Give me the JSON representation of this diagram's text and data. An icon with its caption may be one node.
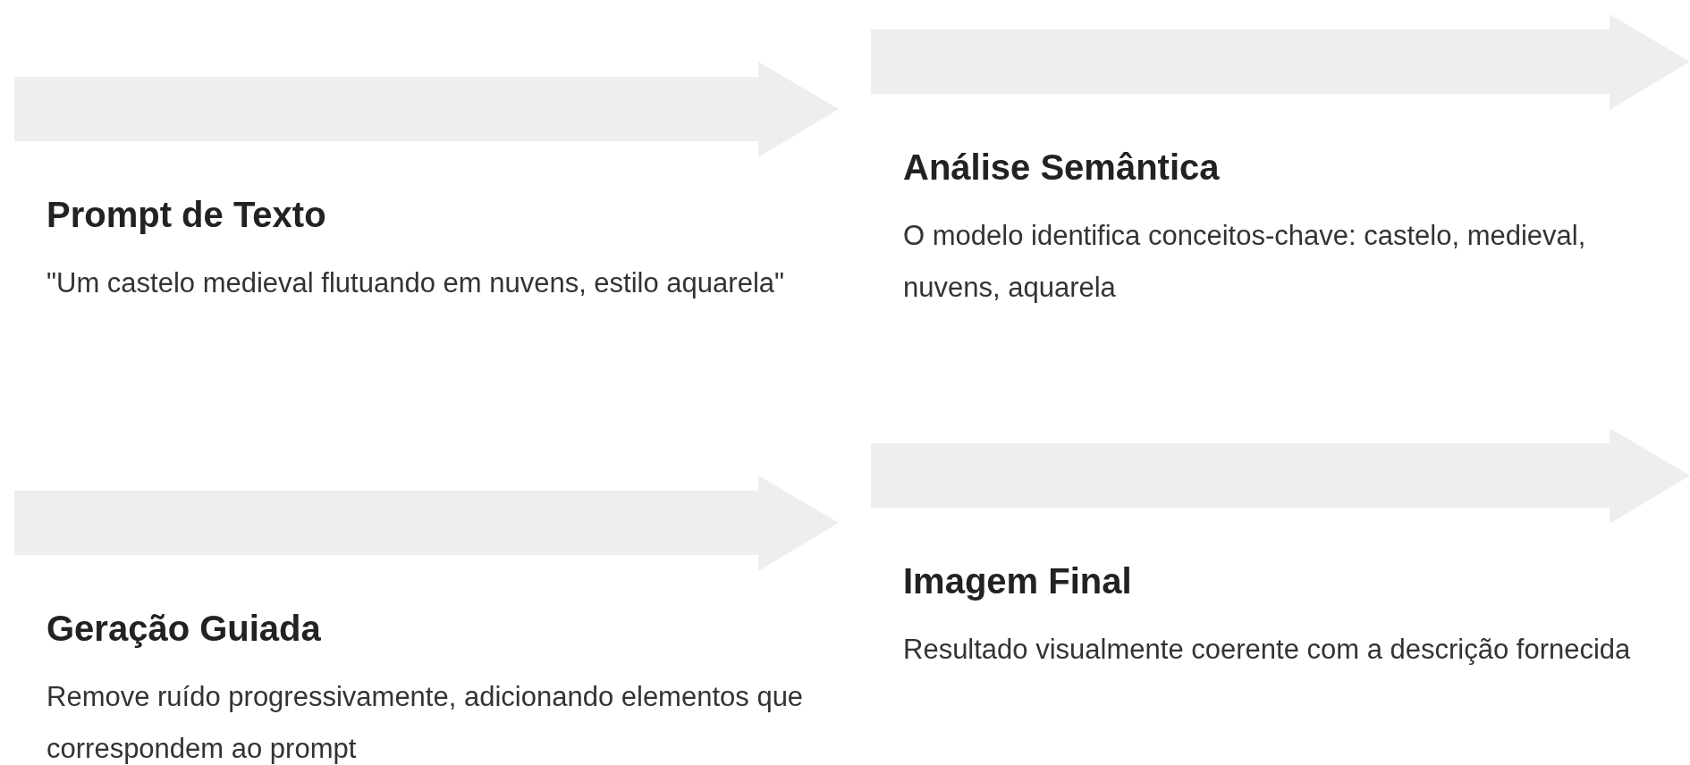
{
  "diagram": {
    "nodes": [
      {
        "text": [
          "Prompt de Texto",
          "\"Um castelo medieval flutuando em nuvens, estilo aquarela\""
        ]
      },
      {
        "text": [
          "Análise Semântica",
          "O modelo identifica conceitos-chave: castelo, medieval, nuvens, aquarela"
        ]
      },
      {
        "text": [
          "Geração Guiada",
          "Remove ruído progressivamente, adicionando elementos que correspondem ao prompt"
        ]
      },
      {
        "text": [
          "Imagem Final",
          "Resultado visualmente coerente com a descrição fornecida"
        ]
      }
    ]
  }
}
